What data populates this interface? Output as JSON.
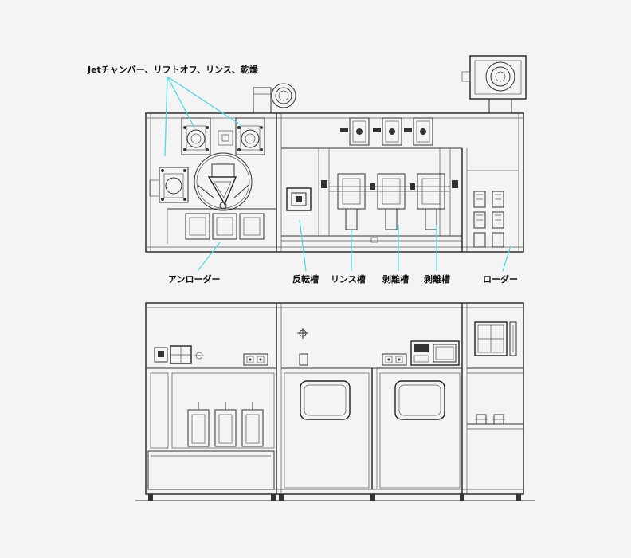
{
  "labels": {
    "jet_chamber": "Jetチャンバー、リフトオフ、リンス、乾燥",
    "unloader": "アンローダー",
    "reversal_tank": "反転槽",
    "rinse_tank": "リンス槽",
    "strip_tank_1": "剥離槽",
    "strip_tank_2": "剥離槽",
    "loader": "ローダー"
  },
  "colors": {
    "background": "#f4f4f4",
    "line": "#333333",
    "callout": "#4fd8ea"
  }
}
